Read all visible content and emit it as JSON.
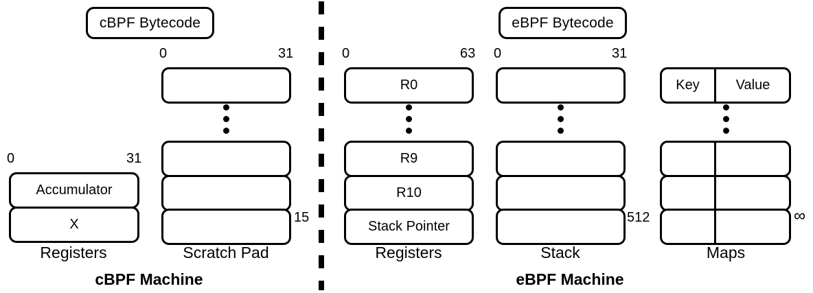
{
  "diagram": {
    "title_left": "cBPF Machine",
    "title_right": "eBPF Machine",
    "bytecode_left": "cBPF Bytecode",
    "bytecode_right": "eBPF Bytecode",
    "divider": "dashed-vertical-separator"
  },
  "cbpf": {
    "registers": {
      "caption": "Registers",
      "bit_start": "0",
      "bit_end": "31",
      "cells": [
        {
          "label": "Accumulator"
        },
        {
          "label": "X"
        }
      ]
    },
    "scratchpad": {
      "caption": "Scratch Pad",
      "bit_start": "0",
      "bit_end": "31",
      "size_label": "15",
      "top_cells": [
        {
          "label": ""
        }
      ],
      "bottom_cells": [
        {
          "label": ""
        },
        {
          "label": ""
        },
        {
          "label": ""
        }
      ]
    }
  },
  "ebpf": {
    "registers": {
      "caption": "Registers",
      "bit_start": "0",
      "bit_end": "63",
      "top_cells": [
        {
          "label": "R0"
        }
      ],
      "bottom_cells": [
        {
          "label": "R9"
        },
        {
          "label": "R10"
        },
        {
          "label": "Stack Pointer"
        }
      ]
    },
    "stack": {
      "caption": "Stack",
      "bit_start": "0",
      "bit_end": "31",
      "size_label": "512",
      "top_cells": [
        {
          "label": ""
        }
      ],
      "bottom_cells": [
        {
          "label": ""
        },
        {
          "label": ""
        },
        {
          "label": ""
        }
      ]
    },
    "maps": {
      "caption": "Maps",
      "size_label": "∞",
      "top_cells": [
        {
          "key": "Key",
          "value": "Value"
        }
      ],
      "bottom_cells": [
        {
          "key": "",
          "value": ""
        },
        {
          "key": "",
          "value": ""
        },
        {
          "key": "",
          "value": ""
        }
      ]
    }
  },
  "ellipsis": {
    "glyph": "vertical-ellipsis",
    "count": 3
  },
  "colors": {
    "stroke": "#000000",
    "background": "#ffffff"
  }
}
